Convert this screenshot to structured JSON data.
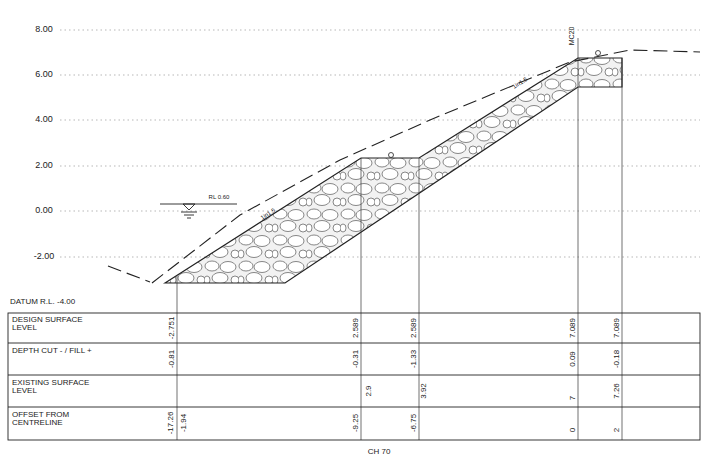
{
  "diagram": {
    "labels": [
      "8.00",
      "6.00",
      "4.00",
      "2.00",
      "0.00",
      "-2.00",
      "RL 0.60",
      "1in1.5",
      "1in1.5",
      "MC20",
      "DATUM R.L. -4.00",
      "DESIGN SURFACE LEVEL",
      "DEPTH CUT - / FILL +",
      "EXISTING SURFACE LEVEL",
      "OFFSET FROM CENTRELINE",
      "-2.751",
      "2.589",
      "2.589",
      "7.089",
      "7.089",
      "-0.81",
      "-0.31",
      "-1.33",
      "0.09",
      "-0.18",
      "-1.94",
      "2.9",
      "3.92",
      "7",
      "7.26",
      "-17.26",
      "-9.25",
      "-6.75",
      "0",
      "2",
      "CH 70"
    ]
  }
}
